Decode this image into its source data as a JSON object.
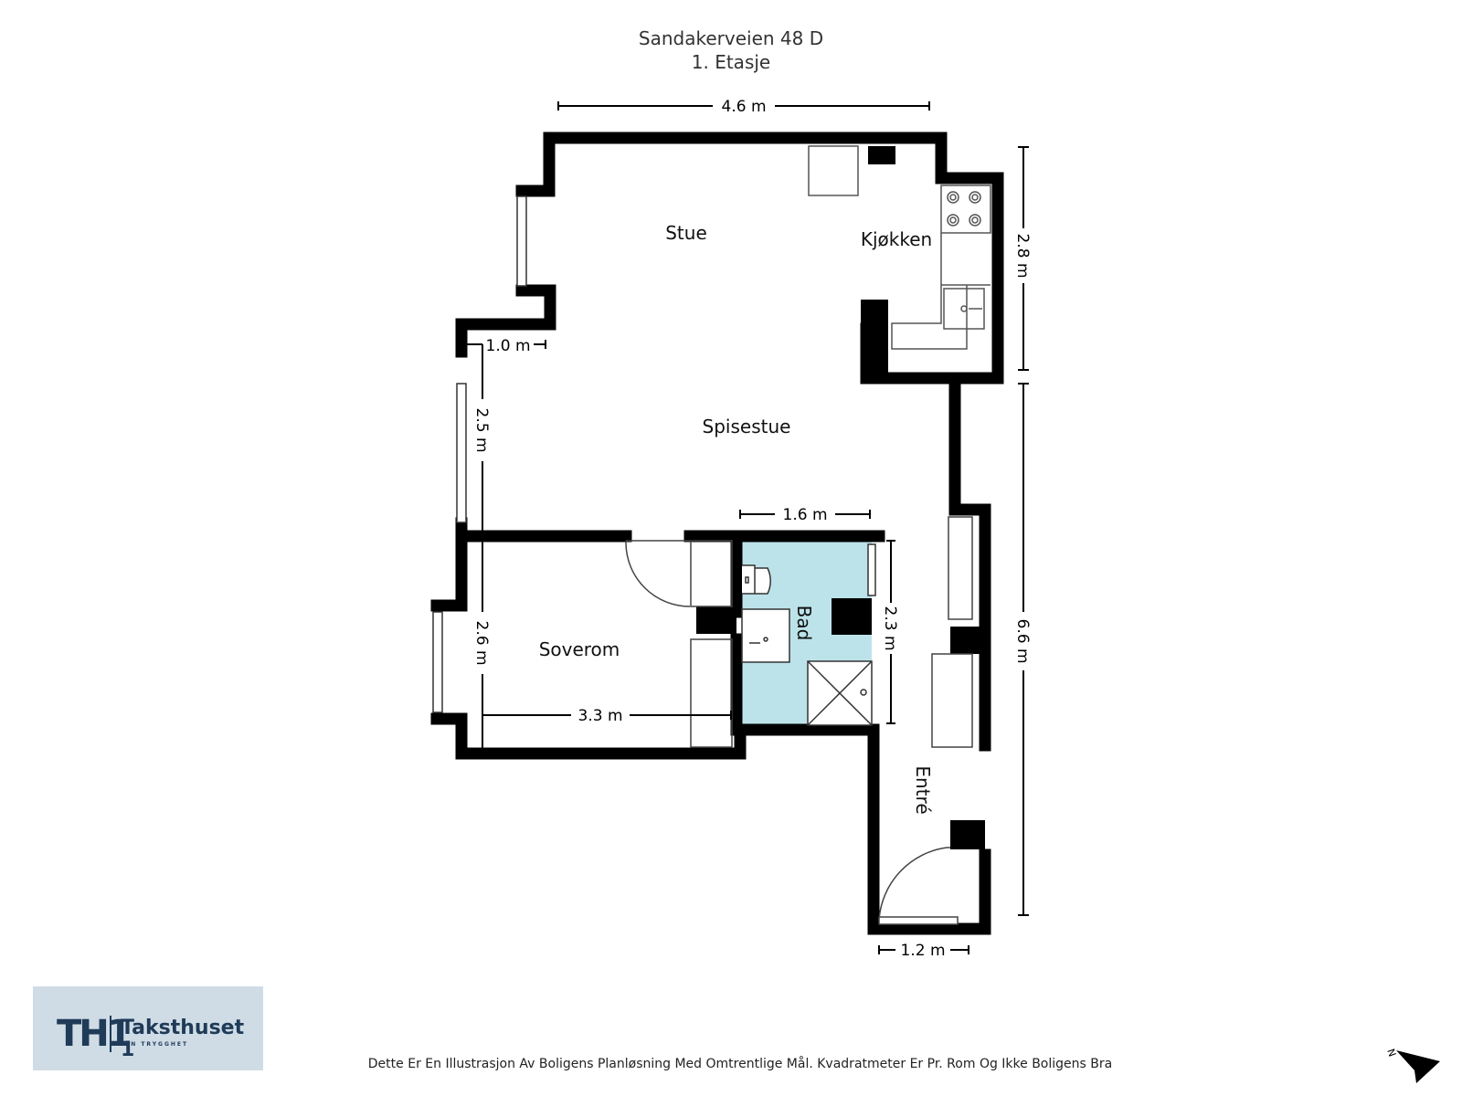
{
  "header": {
    "address": "Sandakerveien 48 D",
    "floor": "1. Etasje"
  },
  "rooms": {
    "stue": "Stue",
    "kjokken": "Kjøkken",
    "spisestue": "Spisestue",
    "soverom": "Soverom",
    "bad": "Bad",
    "entre": "Entré"
  },
  "dimensions": {
    "top_width": "4.6 m",
    "kitchen_height": "2.8 m",
    "niche_width": "1.0 m",
    "dining_height": "2.5 m",
    "bath_width": "1.6 m",
    "bath_height": "2.3 m",
    "bedroom_height": "2.6 m",
    "bedroom_width": "3.3 m",
    "entre_height": "6.6 m",
    "entre_width": "1.2 m"
  },
  "logo": {
    "mark": "TH1",
    "name": "Taksthuset 1",
    "tagline": "DIN TRYGGHET"
  },
  "footer": {
    "disclaimer": "Dette Er En Illustrasjon Av Boligens Planløsning Med Omtrentlige Mål. Kvadratmeter Er Pr. Rom Og Ikke Boligens Bra"
  },
  "compass": {
    "label": "N"
  },
  "colors": {
    "wall": "#000000",
    "bath_fill": "#bde3ea",
    "logo_bg": "#cfdce6",
    "logo_text": "#1f3b58"
  }
}
